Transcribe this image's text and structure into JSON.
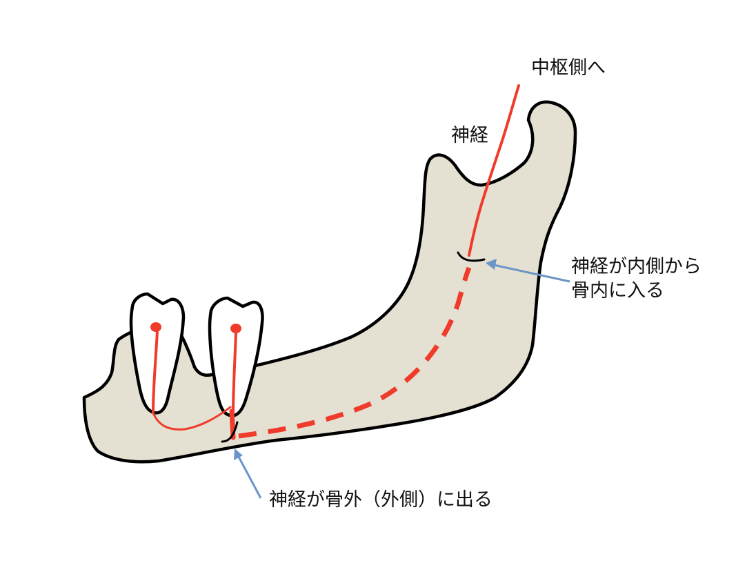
{
  "labels": {
    "to_central": "中枢側へ",
    "nerve": "神経",
    "enters_line1": "神経が内側から",
    "enters_line2": "骨内に入る",
    "exits": "神経が骨外（外側）に出る"
  },
  "colors": {
    "bone_fill": "#e4e0d2",
    "outline": "#000000",
    "nerve": "#f03a2a",
    "arrow": "#6b95c8",
    "tooth_fill": "#ffffff"
  }
}
